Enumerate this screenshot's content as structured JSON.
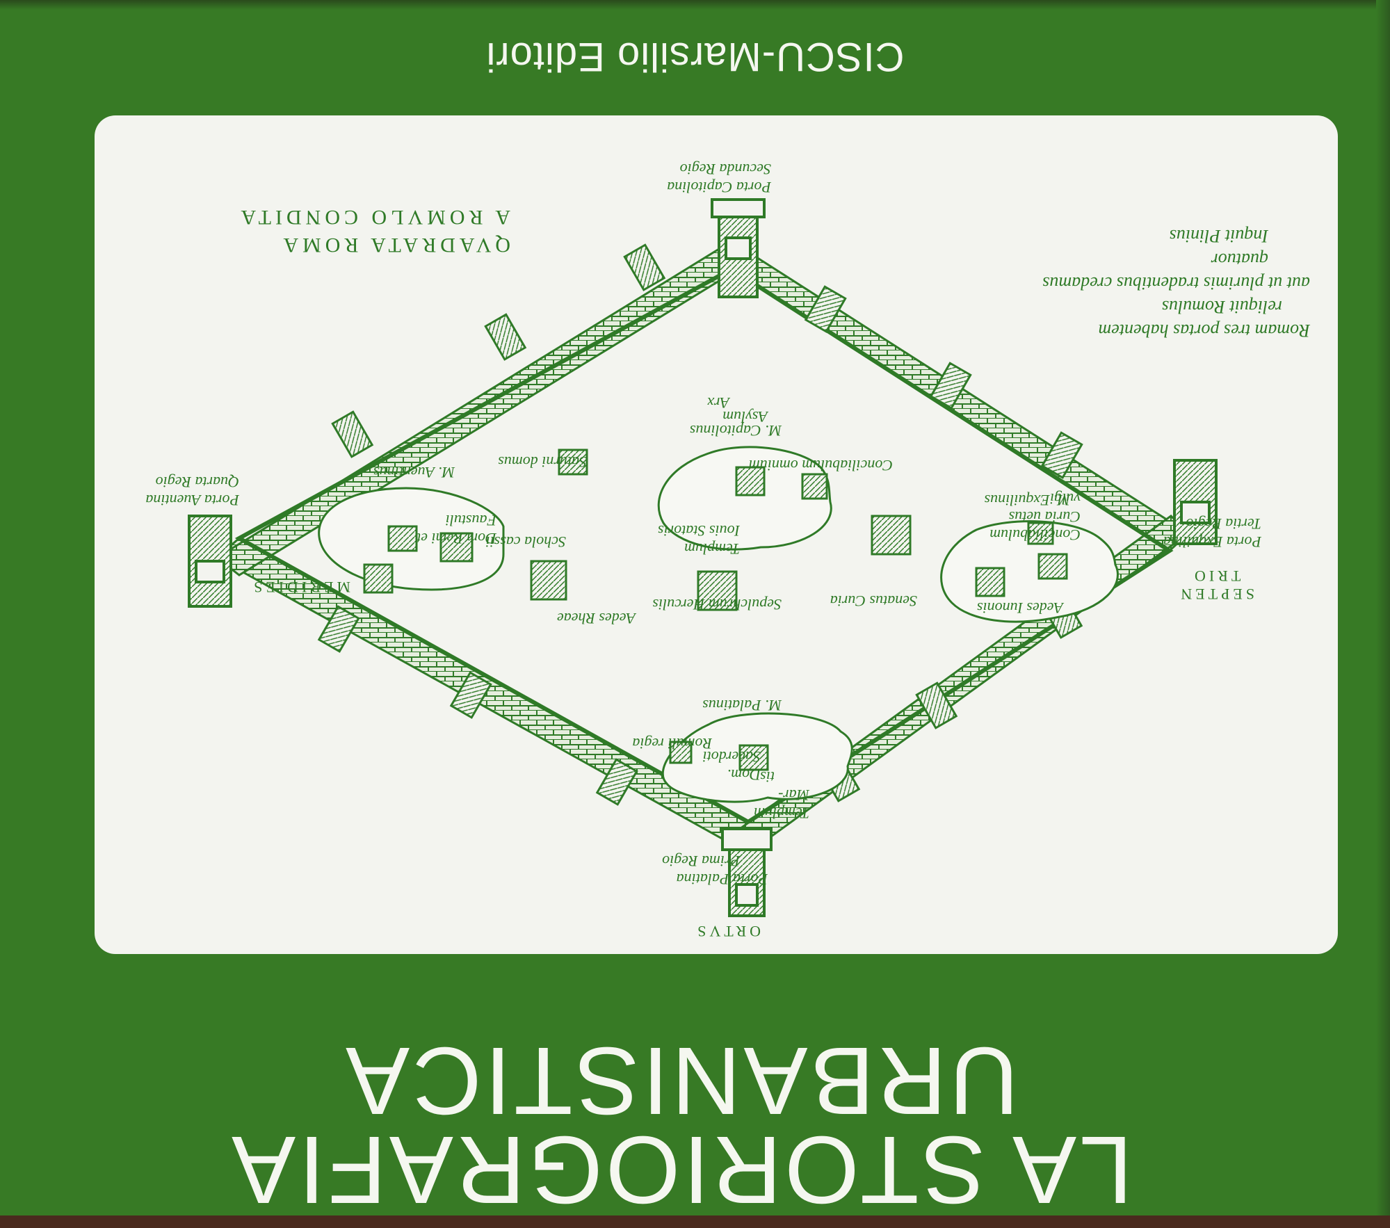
{
  "book": {
    "title_line1": "LA STORIOGRAFIA",
    "title_line2": "URBANISTICA",
    "publisher": "CISCU-Marsilio Editori"
  },
  "illustration": {
    "caption_line1": "QVADRATA ROMA",
    "caption_line2": "A ROMVLO CONDITA",
    "quote": [
      "Romam tres portas habentem",
      "reliquit Romulus",
      "aut ut plurimis tradentibus credamus",
      "quatuor",
      "Inquit Plinius"
    ],
    "directions": {
      "ortus": "ORTVS",
      "meridies": "MERIDIES",
      "septentrio_line1": "SEPTEN",
      "septentrio_line2": "TRIO"
    },
    "gates": {
      "palatina": [
        "Porta Palatina",
        "Prima Regio"
      ],
      "capitolina": [
        "Porta Capitolina",
        "Secunda Regio"
      ],
      "esquilina": [
        "Porta Exquilina",
        "Tertia Regio"
      ],
      "aventina": [
        "Porta Auentina",
        "Quarta Regio"
      ]
    },
    "hills": {
      "palatinus": "M. Palatinus",
      "capitolinus": "M. Capitolinus",
      "exquilinus": "M. Exquilinus",
      "auentinus": "M. Auentinus"
    },
    "places": {
      "asylum": "Asylum",
      "arx": "Arx",
      "templum_iovis": [
        "Templum",
        "Iouis Statoris"
      ],
      "saturni_domus": "Saturni domus",
      "conciliabulum_omnium": "Conciliabulum omnium",
      "conciliabulum_vulgi": [
        "Conciliabulum",
        "Curia uetus",
        "vulgi"
      ],
      "aedes_iunonis": "Aedes Iunonis",
      "senatus_curia": "Senatus Curia",
      "sepulchrum_herculis": "Sepulchrum Herculis",
      "dom_remi": [
        "Dom Remi et",
        "Faustuli"
      ],
      "schola_cassii": "Schola cassii",
      "aedes_rheae": "Aedes Rheae",
      "dom_sacerdoti": [
        "Dom.",
        "Sacerdoti"
      ],
      "romuli_regia": "Romuli regia",
      "templum_martis": [
        "Templum",
        "Mar-",
        "tis"
      ]
    },
    "colors": {
      "cover_green": "#377a25",
      "ink_green": "#2f7a27",
      "paper": "#f3f4ef",
      "lettering": "#f5f7f0"
    }
  }
}
